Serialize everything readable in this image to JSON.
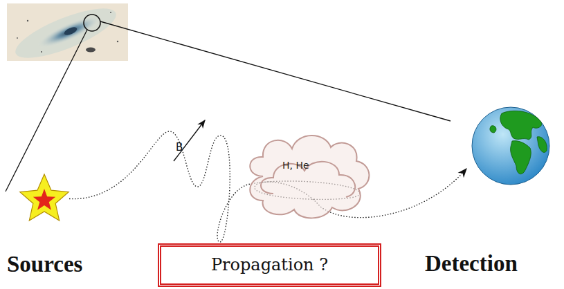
{
  "diagram": {
    "nodes": [
      {
        "text": [
          "Sources"
        ]
      },
      {
        "text": [
          "H, He"
        ]
      },
      {
        "text": [
          "Propagation ?"
        ]
      },
      {
        "text": [
          "Detection"
        ]
      }
    ],
    "edges": [
      {
        "from": 0,
        "to": 3,
        "arrow": "to"
      }
    ],
    "labels": [
      "B"
    ]
  }
}
